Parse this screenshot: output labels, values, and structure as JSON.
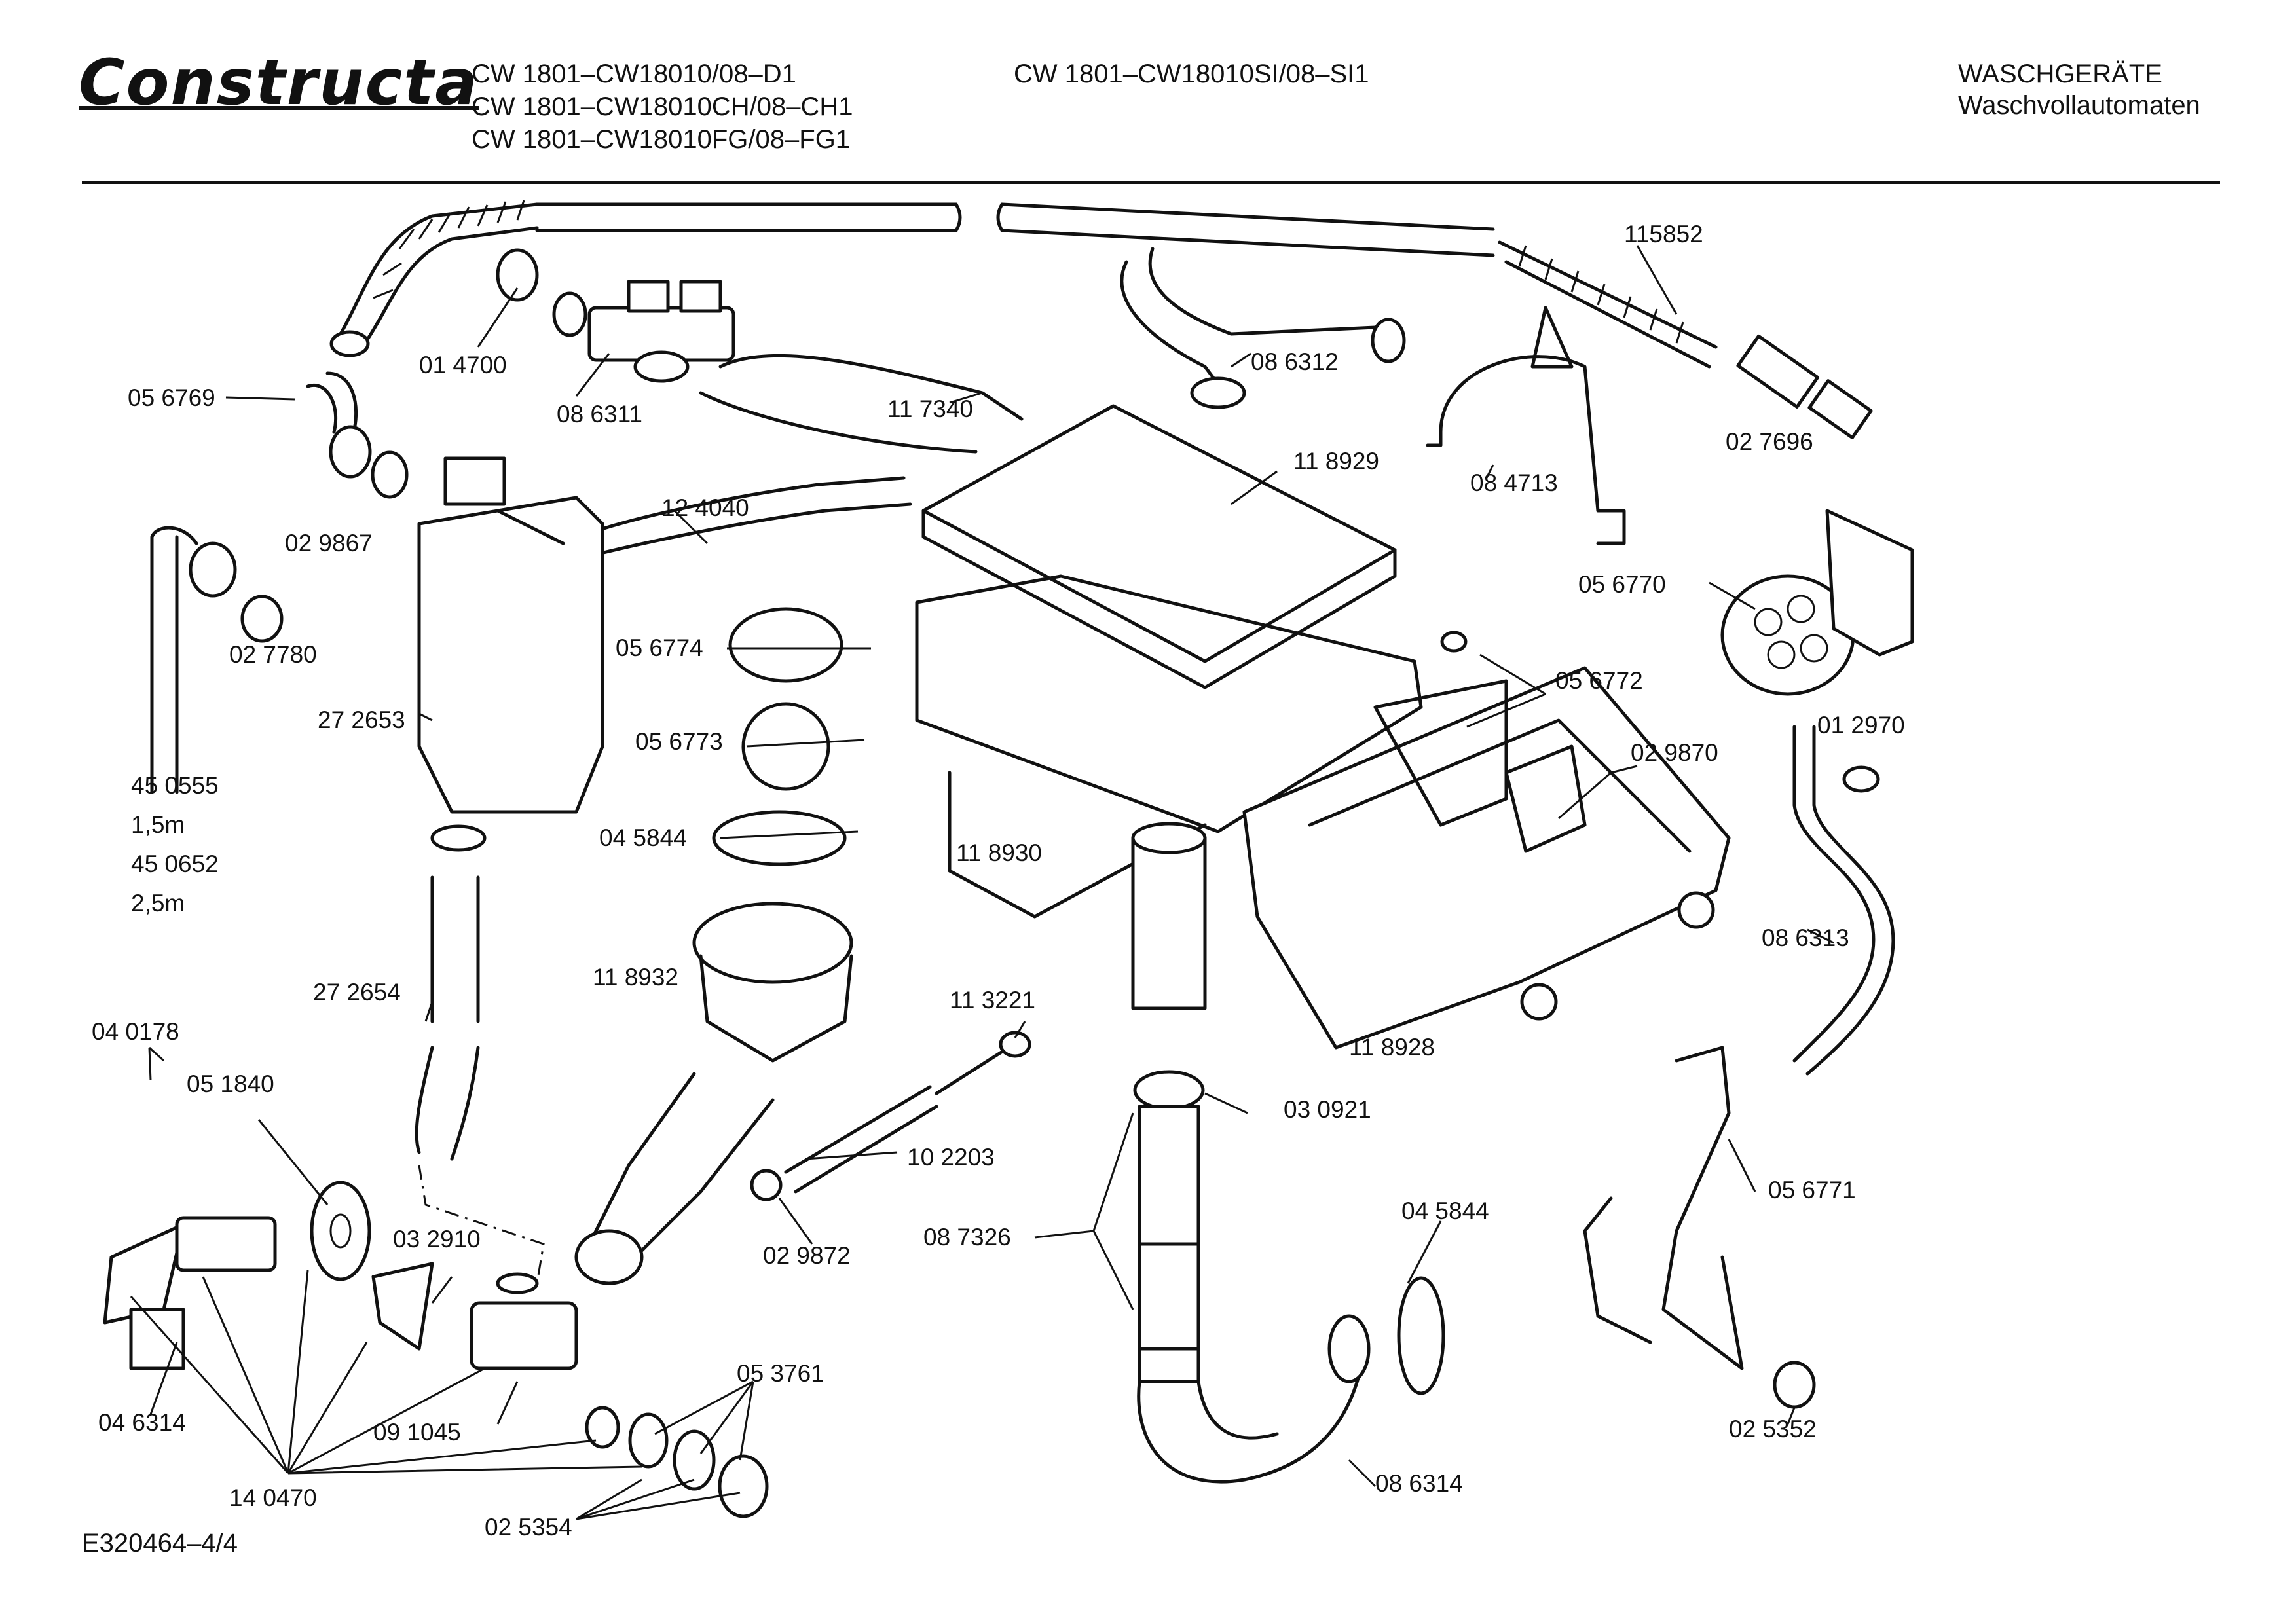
{
  "header": {
    "brand": "Constructa",
    "models_col1": [
      "CW 1801–CW18010/08–D1",
      "CW 1801–CW18010CH/08–CH1",
      "CW 1801–CW18010FG/08–FG1"
    ],
    "models_col2": [
      "CW 1801–CW18010SI/08–SI1"
    ],
    "category": "WASCHGERÄTE",
    "subcategory": "Waschvollautomaten"
  },
  "parts": [
    {
      "id": "p-056769",
      "label": "05 6769"
    },
    {
      "id": "p-014700",
      "label": "01 4700"
    },
    {
      "id": "p-086311",
      "label": "08 6311"
    },
    {
      "id": "p-029867",
      "label": "02 9867"
    },
    {
      "id": "p-027780",
      "label": "02 7780"
    },
    {
      "id": "p-450555",
      "label": "45 0555"
    },
    {
      "id": "p-len15",
      "label": "1,5m"
    },
    {
      "id": "p-450652",
      "label": "45 0652"
    },
    {
      "id": "p-len25",
      "label": "2,5m"
    },
    {
      "id": "p-272653",
      "label": "27 2653"
    },
    {
      "id": "p-117340",
      "label": "11 7340"
    },
    {
      "id": "p-124040",
      "label": "12 4040"
    },
    {
      "id": "p-056774",
      "label": "05 6774"
    },
    {
      "id": "p-056773",
      "label": "05 6773"
    },
    {
      "id": "p-045844a",
      "label": "04 5844"
    },
    {
      "id": "p-118930",
      "label": "11 8930"
    },
    {
      "id": "p-118932",
      "label": "11 8932"
    },
    {
      "id": "p-272654",
      "label": "27 2654"
    },
    {
      "id": "p-113221",
      "label": "11 3221"
    },
    {
      "id": "p-102203",
      "label": "10 2203"
    },
    {
      "id": "p-029872",
      "label": "02 9872"
    },
    {
      "id": "p-040178",
      "label": "04 0178"
    },
    {
      "id": "p-051840",
      "label": "05 1840"
    },
    {
      "id": "p-032910",
      "label": "03 2910"
    },
    {
      "id": "p-046314",
      "label": "04 6314"
    },
    {
      "id": "p-091045",
      "label": "09 1045"
    },
    {
      "id": "p-140470",
      "label": "14 0470"
    },
    {
      "id": "p-053761",
      "label": "05 3761"
    },
    {
      "id": "p-025354",
      "label": "02 5354"
    },
    {
      "id": "p-115852",
      "label": "115852"
    },
    {
      "id": "p-086312",
      "label": "08 6312"
    },
    {
      "id": "p-118929",
      "label": "11 8929"
    },
    {
      "id": "p-084713",
      "label": "08 4713"
    },
    {
      "id": "p-027696",
      "label": "02 7696"
    },
    {
      "id": "p-056770",
      "label": "05 6770"
    },
    {
      "id": "p-056772",
      "label": "05 6772"
    },
    {
      "id": "p-029870",
      "label": "02 9870"
    },
    {
      "id": "p-012970",
      "label": "01 2970"
    },
    {
      "id": "p-086313",
      "label": "08 6313"
    },
    {
      "id": "p-118928",
      "label": "11 8928"
    },
    {
      "id": "p-030921",
      "label": "03 0921"
    },
    {
      "id": "p-087326",
      "label": "08 7326"
    },
    {
      "id": "p-045844b",
      "label": "04 5844"
    },
    {
      "id": "p-056771",
      "label": "05 6771"
    },
    {
      "id": "p-025352",
      "label": "02 5352"
    },
    {
      "id": "p-086314",
      "label": "08 6314"
    }
  ],
  "footer": {
    "doc_id": "E320464–4/4"
  }
}
